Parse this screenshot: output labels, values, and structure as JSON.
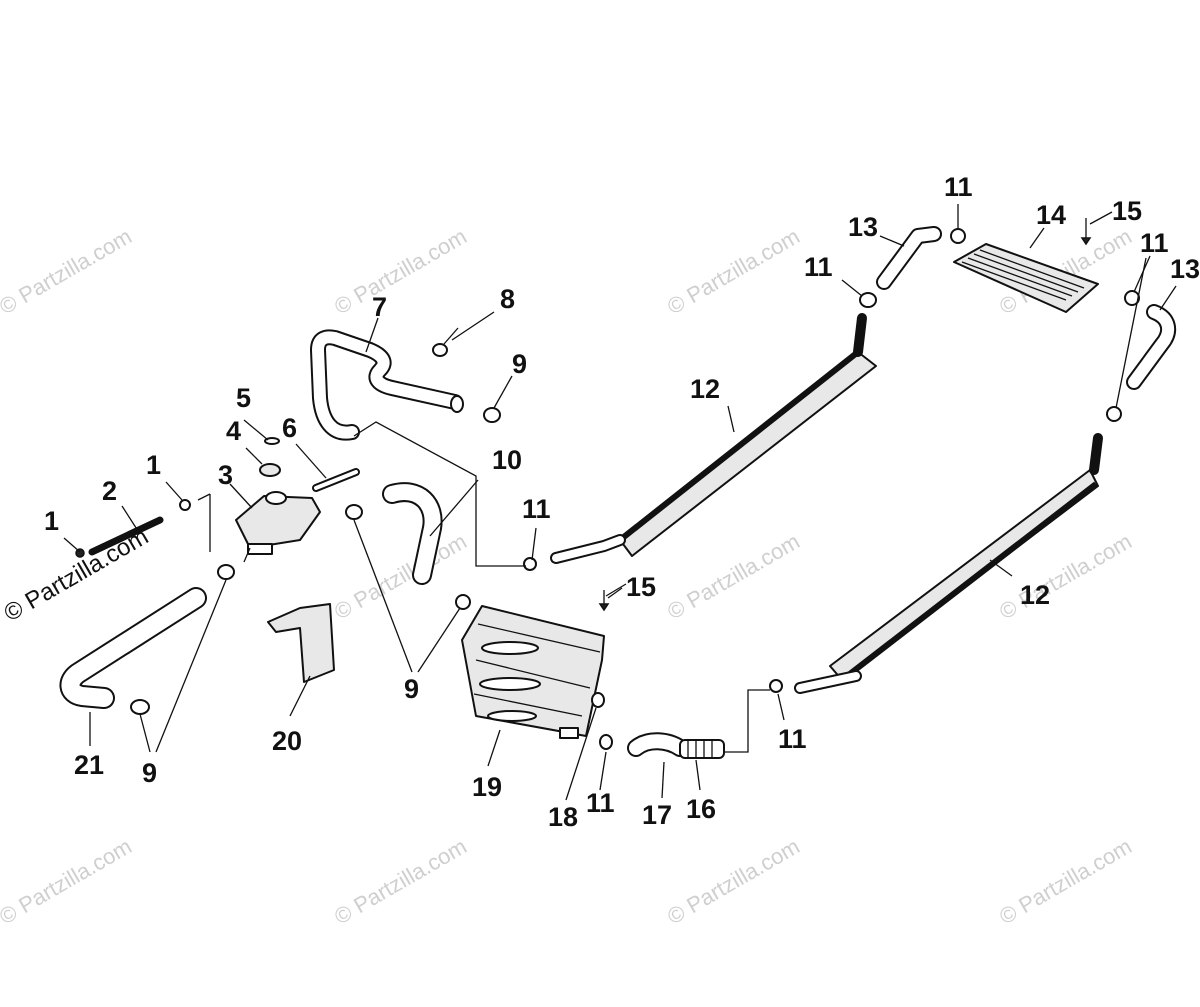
{
  "watermark": {
    "text": "© Partzilla.com",
    "main_text": "© Partzilla.com"
  },
  "callouts": {
    "c1a": "1",
    "c1b": "1",
    "c2": "2",
    "c3": "3",
    "c4": "4",
    "c5": "5",
    "c6": "6",
    "c7": "7",
    "c8": "8",
    "c9a": "9",
    "c9b": "9",
    "c9c": "9",
    "c10": "10",
    "c11a": "11",
    "c11b": "11",
    "c11c": "11",
    "c11d": "11",
    "c11e": "11",
    "c11f": "11",
    "c12a": "12",
    "c12b": "12",
    "c13a": "13",
    "c13b": "13",
    "c14": "14",
    "c15a": "15",
    "c15b": "15",
    "c16": "16",
    "c17": "17",
    "c18": "18",
    "c19": "19",
    "c20": "20",
    "c21": "21"
  },
  "colors": {
    "line": "#111111",
    "watermark": "#cfcfcf",
    "background": "#ffffff"
  }
}
